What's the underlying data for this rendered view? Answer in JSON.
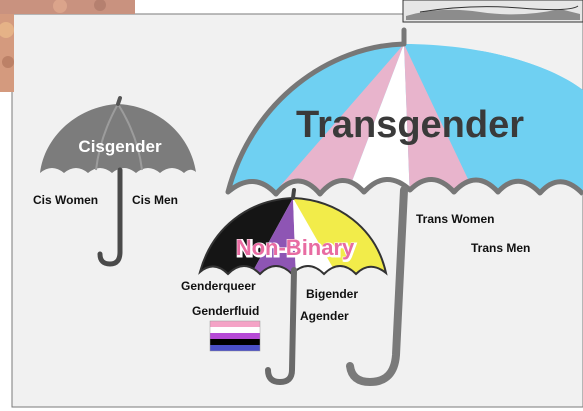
{
  "colors": {
    "trans_blue": "#6fd0f2",
    "trans_pink": "#e8b4cc",
    "trans_white": "#ffffff",
    "nb_black": "#151515",
    "nb_purple": "#8e55b4",
    "nb_yellow": "#f2ec4a",
    "nb_white": "#ffffff",
    "cis_gray": "#7c7c7c",
    "cis_light": "#9a9a9a",
    "handle_gray": "#7a7a7a",
    "nb_title": "#e86ca2",
    "flag_pink": "#f4a3c6",
    "flag_white": "#ffffff",
    "flag_purple": "#b64ad6",
    "flag_black": "#000000",
    "flag_blue": "#4a4fc8"
  },
  "umbrellas": {
    "cisgender": {
      "title": "Cisgender",
      "labels": [
        "Cis Women",
        "Cis Men"
      ]
    },
    "transgender": {
      "title": "Transgender",
      "labels": [
        "Trans Women",
        "Trans Men"
      ]
    },
    "nonbinary": {
      "title": "Non-Binary",
      "labels": [
        "Genderqueer",
        "Genderfluid",
        "Bigender",
        "Agender"
      ]
    }
  },
  "genderfluid_flag": {
    "stripes": [
      "pink",
      "white",
      "purple",
      "black",
      "blue"
    ]
  }
}
